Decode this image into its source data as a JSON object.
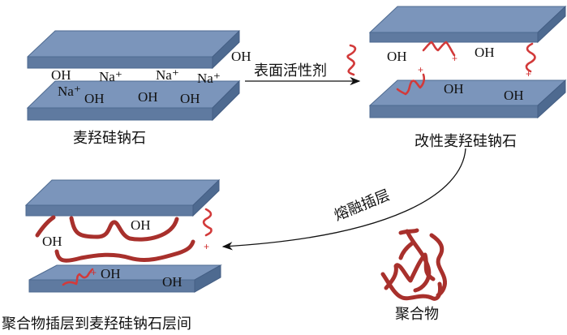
{
  "colors": {
    "plate_top": "#7b95bb",
    "plate_front": "#5f7aa0",
    "plate_side": "#4e6a90",
    "chain": "#d23a3a",
    "polymer": "#a8302c"
  },
  "panel_pristine": {
    "caption": "麦羟硅钠石",
    "labels": [
      "OH",
      "Na⁺",
      "Na⁺",
      "Na⁺",
      "OH",
      "Na⁺",
      "OH",
      "OH",
      "OH"
    ]
  },
  "panel_modified": {
    "caption": "改性麦羟硅钠石",
    "labels": [
      "OH",
      "OH",
      "OH",
      "OH"
    ],
    "charge": "+"
  },
  "panel_intercalated": {
    "caption": "聚合物插层到麦羟硅钠石层间",
    "labels": [
      "OH",
      "OH",
      "OH",
      "OH"
    ],
    "charge": "+"
  },
  "polymer": {
    "caption": "聚合物"
  },
  "arrows": {
    "surfactant": "表面活性剂",
    "melt_intercalation": "熔融插层"
  }
}
